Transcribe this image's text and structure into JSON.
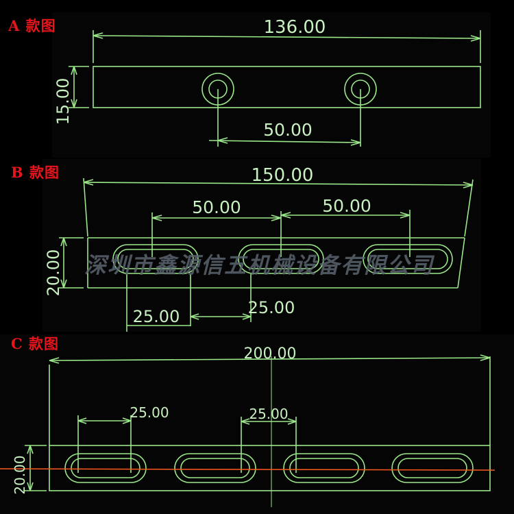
{
  "labels": {
    "a": "A 款图",
    "b": "B 款图",
    "c": "C 款图"
  },
  "watermark": "深圳市鑫源信五机械设备有限公司",
  "colors": {
    "background": "#000000",
    "panel": "#050505",
    "line": "#9be88a",
    "text": "#c8f0c0",
    "label": "#e8141c",
    "centerline": "#ff5a1e",
    "watermark": "#5a6470"
  },
  "drawing_a": {
    "overall_length": "136.00",
    "height": "15.00",
    "hole_spacing": "50.00"
  },
  "drawing_b": {
    "overall_length": "150.00",
    "height": "20.00",
    "slot_pitch_1": "50.00",
    "slot_pitch_2": "50.00",
    "slot_length_1": "25.00",
    "slot_length_2": "25.00"
  },
  "drawing_c": {
    "overall_length": "200.00",
    "height": "20.00",
    "slot_length_1": "25.00",
    "slot_length_2": "25.00"
  }
}
